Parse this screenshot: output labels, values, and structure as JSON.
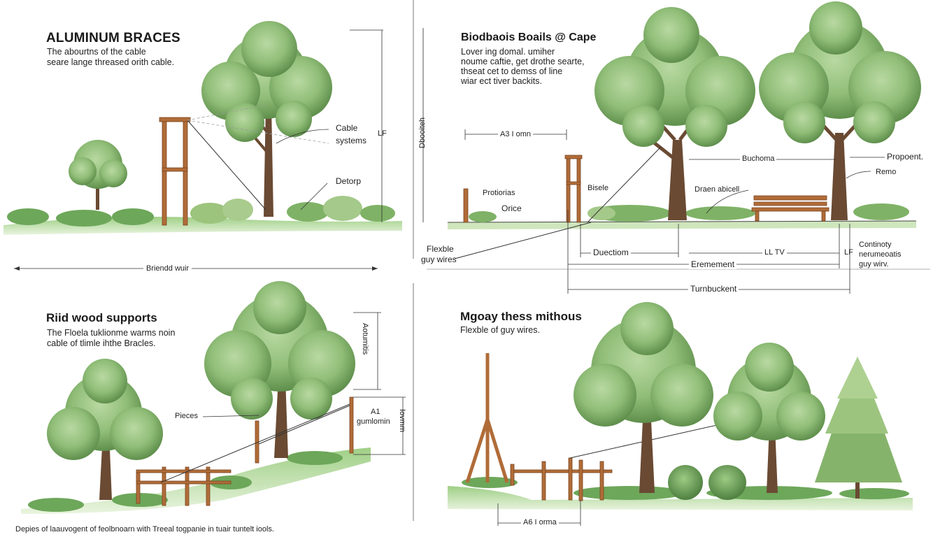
{
  "panels": {
    "top_left": {
      "title": "ALUMINUM BRACES",
      "desc": [
        "The abourtns of the cable",
        "seare lange threased orith cable."
      ],
      "labels": {
        "cable": "Cable",
        "systems": "systems",
        "detorp": "Detorp",
        "dim_vertical": "LF",
        "dim_horizontal": "Briendd wuir"
      }
    },
    "top_right": {
      "title": "Biodbaois Boails @ Cape",
      "desc": [
        "Lover ing domal. umiher",
        "noume caftie, get drothe searte,",
        "thseat cet to demss of line",
        "wiar ect tiver backits."
      ],
      "labels": {
        "vertical": "Dbooiteh",
        "a3_dim": "A3 I omn",
        "protiorias": "Protiorias",
        "orice": "Orice",
        "bisele": "Bisele",
        "buchoma": "Buchoma",
        "proponent": "Propoent.",
        "remo": "Remo",
        "draen": "Draen abicell",
        "flexible": "Flexble",
        "guy_wires": "guy wires",
        "duection": "Duectiom",
        "lt_dim": "LL TV",
        "lf_small": "LF",
        "eremement": "Eremement",
        "turnbuckent": "Turnbuckent",
        "continuity": [
          "Continoty",
          "nerumeoatis",
          "guy wirv."
        ]
      }
    },
    "bottom_left": {
      "title": "Riid wood supports",
      "desc": [
        "The Floela tuklionme warms noin",
        "cable of tlimle ihthe Bracles."
      ],
      "labels": {
        "vertical": "Aotumitis",
        "pieces": "Pieces",
        "a1": "A1",
        "gumlomin": "gumlomin",
        "vertical2": "Iovmm"
      },
      "footer": "Depies of laauvogent of feolbnoarn with Treeal togpanie in tuair tuntelt iools."
    },
    "bottom_right": {
      "title": "Mgoay thess mithous",
      "desc": [
        "Flexble of guy wires."
      ],
      "labels": {
        "a6_dim": "A6 I orma"
      }
    }
  },
  "colors": {
    "tree_dark": "#5f8f4c",
    "tree_mid": "#8fbd77",
    "tree_light": "#b9d9a2",
    "trunk": "#6a4a33",
    "wood": "#b06c38",
    "grass": "#6da75a",
    "ground": "#cfe6bd",
    "line": "#333333"
  }
}
